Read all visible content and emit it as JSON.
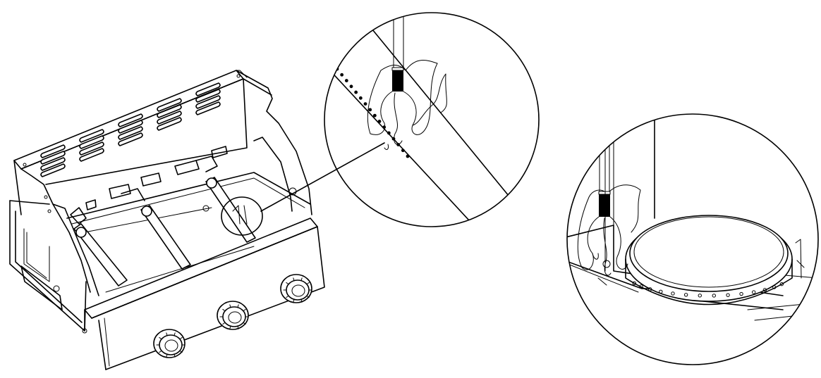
{
  "colors": {
    "line": "#000000",
    "background": "#ffffff"
  },
  "parts": {
    "burner_tubes": 3,
    "control_knobs": 3,
    "vent_slot_columns": 5
  },
  "views": [
    "grill-overview",
    "detail-tube-burner-ignition",
    "detail-round-burner-ignition"
  ]
}
